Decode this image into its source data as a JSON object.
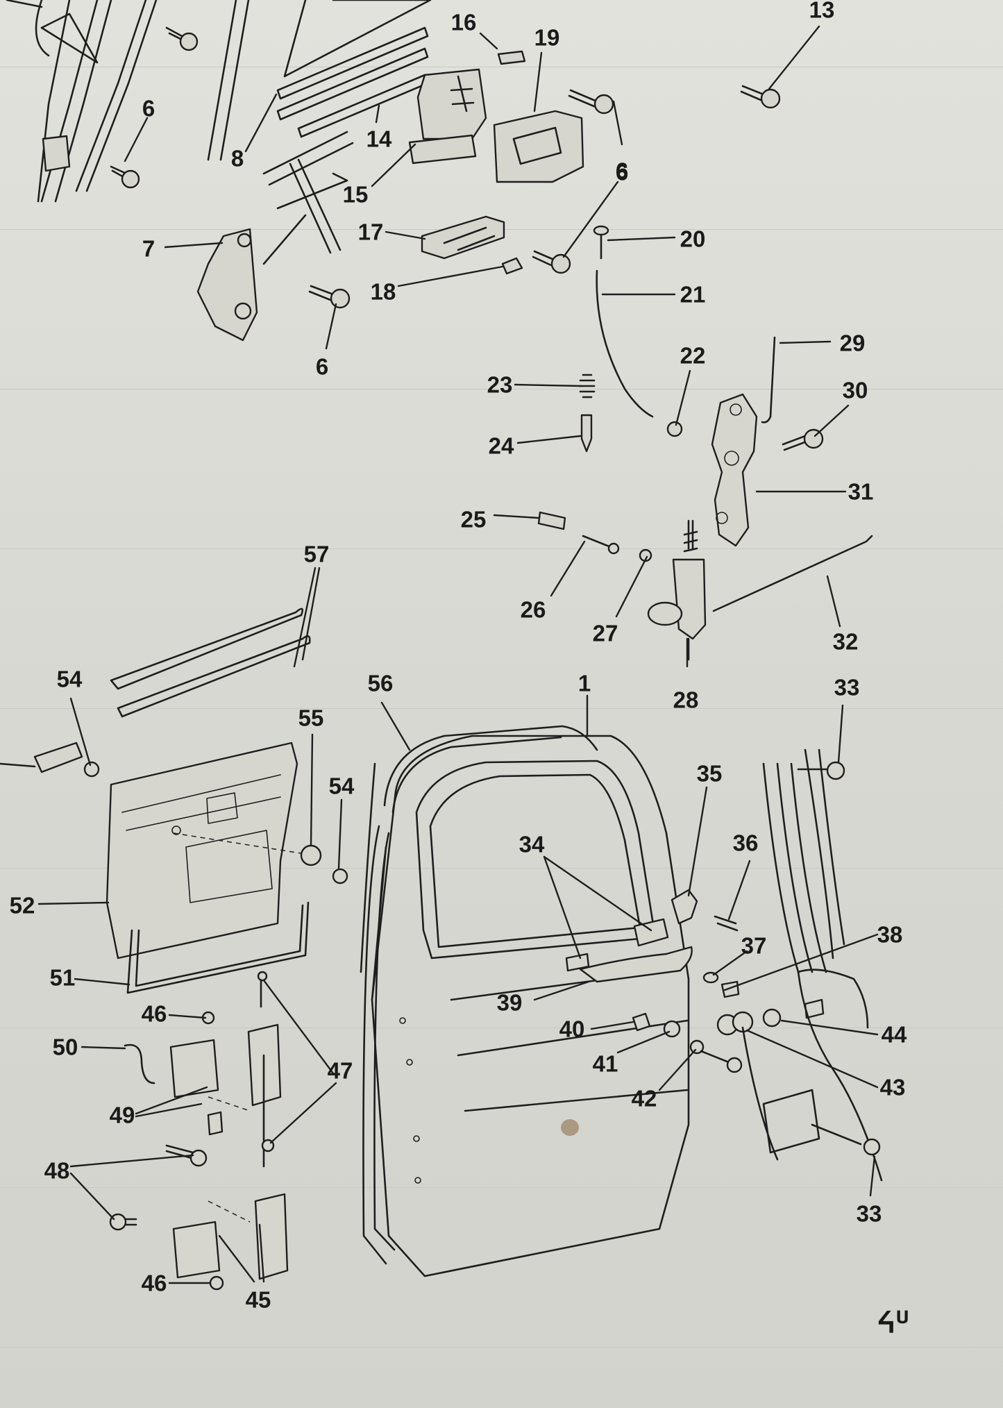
{
  "diagram": {
    "callouts": [
      "13",
      "16",
      "19",
      "6",
      "6",
      "14",
      "8",
      "15",
      "6",
      "17",
      "7",
      "20",
      "18",
      "21",
      "6",
      "29",
      "22",
      "30",
      "23",
      "24",
      "31",
      "25",
      "57",
      "26",
      "27",
      "32",
      "54",
      "56",
      "1",
      "28",
      "33",
      "55",
      "35",
      "54",
      "34",
      "36",
      "52",
      "37",
      "38",
      "51",
      "39",
      "46",
      "44",
      "40",
      "50",
      "47",
      "43",
      "41",
      "49",
      "42",
      "48",
      "33",
      "46",
      "45"
    ],
    "page_mark": "ᔦᓑ",
    "colors": {
      "paper": "#dcdcd6",
      "ink": "#1e1e1e",
      "stain": "#9c8466"
    }
  }
}
